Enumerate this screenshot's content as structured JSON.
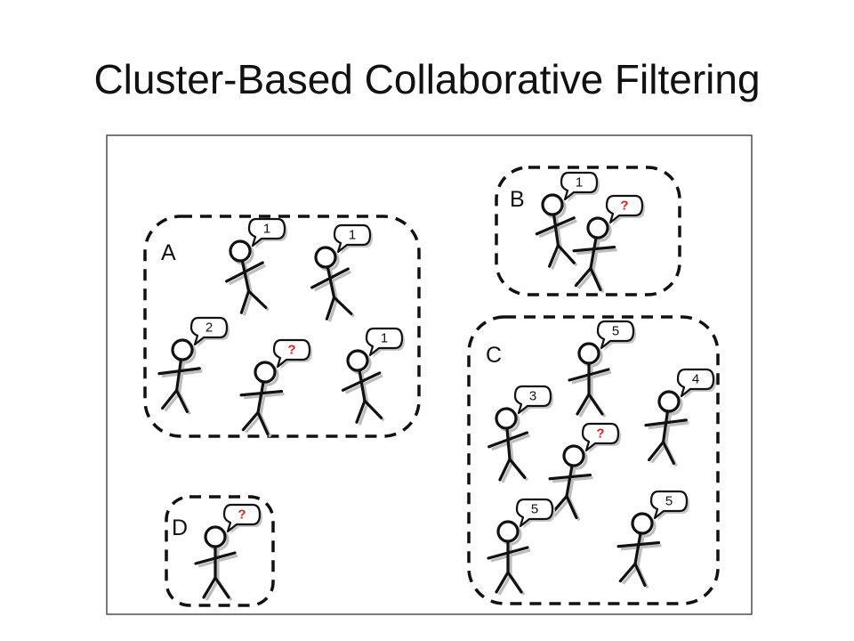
{
  "title": "Cluster-Based Collaborative Filtering",
  "clusters": [
    {
      "label": "A",
      "users": [
        {
          "rating": "1"
        },
        {
          "rating": "1"
        },
        {
          "rating": "2"
        },
        {
          "rating": "?",
          "unknown": true
        },
        {
          "rating": "1"
        }
      ]
    },
    {
      "label": "B",
      "users": [
        {
          "rating": "1"
        },
        {
          "rating": "?",
          "unknown": true
        }
      ]
    },
    {
      "label": "C",
      "users": [
        {
          "rating": "5"
        },
        {
          "rating": "4"
        },
        {
          "rating": "3"
        },
        {
          "rating": "?",
          "unknown": true
        },
        {
          "rating": "5"
        },
        {
          "rating": "5"
        }
      ]
    },
    {
      "label": "D",
      "users": [
        {
          "rating": "?",
          "unknown": true
        }
      ]
    }
  ],
  "colors": {
    "known_rating": "#111111",
    "unknown_rating": "#e02020"
  }
}
